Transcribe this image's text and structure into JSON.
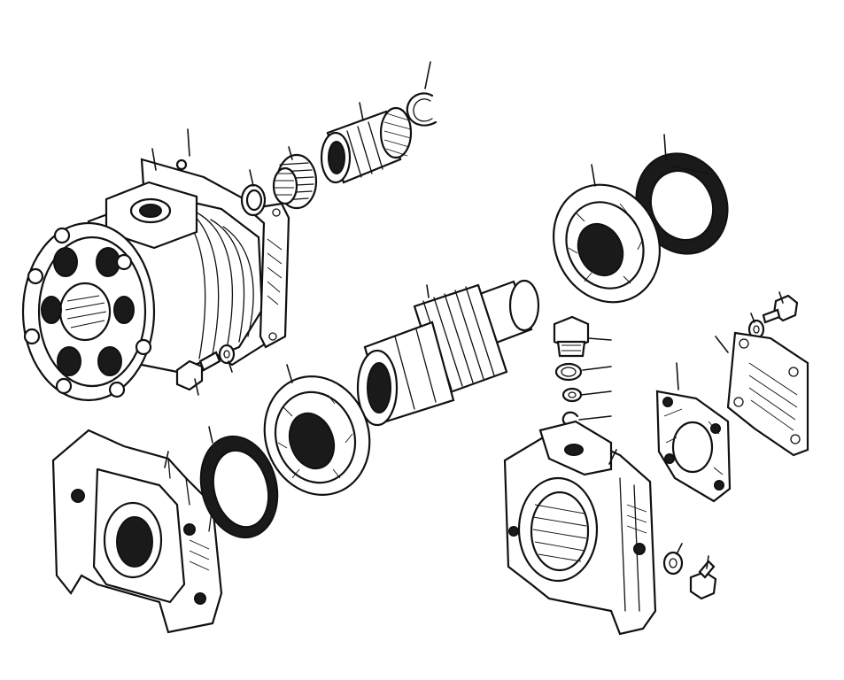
{
  "diagram": {
    "type": "exploded-parts-drawing",
    "parts": [
      {
        "id": "pump-housing",
        "icon": "gear-pump-housing-icon"
      },
      {
        "id": "mounting-flange-gasket",
        "icon": "gasket-icon"
      },
      {
        "id": "o-ring-small",
        "icon": "o-ring-icon"
      },
      {
        "id": "drive-gear-small",
        "icon": "spur-gear-icon"
      },
      {
        "id": "splined-coupling-sleeve",
        "icon": "spline-sleeve-icon"
      },
      {
        "id": "snap-ring",
        "icon": "snap-ring-icon"
      },
      {
        "id": "oil-seal-upper",
        "icon": "oil-seal-icon"
      },
      {
        "id": "ball-bearing-upper",
        "icon": "ball-bearing-icon"
      },
      {
        "id": "hex-bolt-pump",
        "icon": "hex-bolt-icon"
      },
      {
        "id": "washer-pump",
        "icon": "washer-icon"
      },
      {
        "id": "drive-shaft-gear",
        "icon": "splined-shaft-gear-icon"
      },
      {
        "id": "mounting-bracket-left",
        "icon": "bracket-icon"
      },
      {
        "id": "oil-seal-lower",
        "icon": "oil-seal-icon"
      },
      {
        "id": "ball-bearing-lower",
        "icon": "ball-bearing-icon"
      },
      {
        "id": "drain-plug",
        "icon": "hex-plug-icon"
      },
      {
        "id": "plug-seal-ring",
        "icon": "seal-ring-icon"
      },
      {
        "id": "plug-washer",
        "icon": "washer-icon"
      },
      {
        "id": "plug-circlip",
        "icon": "circlip-icon"
      },
      {
        "id": "cover-bolt",
        "icon": "hex-bolt-icon"
      },
      {
        "id": "cover-washer",
        "icon": "washer-icon"
      },
      {
        "id": "cover-plate",
        "icon": "cover-plate-icon"
      },
      {
        "id": "cover-gasket",
        "icon": "gasket-icon"
      },
      {
        "id": "bearing-housing-right",
        "icon": "bearing-housing-icon"
      },
      {
        "id": "housing-washer",
        "icon": "washer-icon"
      },
      {
        "id": "housing-bolt",
        "icon": "hex-bolt-icon"
      }
    ]
  },
  "colors": {
    "ink": "#111111",
    "paper": "#ffffff"
  }
}
